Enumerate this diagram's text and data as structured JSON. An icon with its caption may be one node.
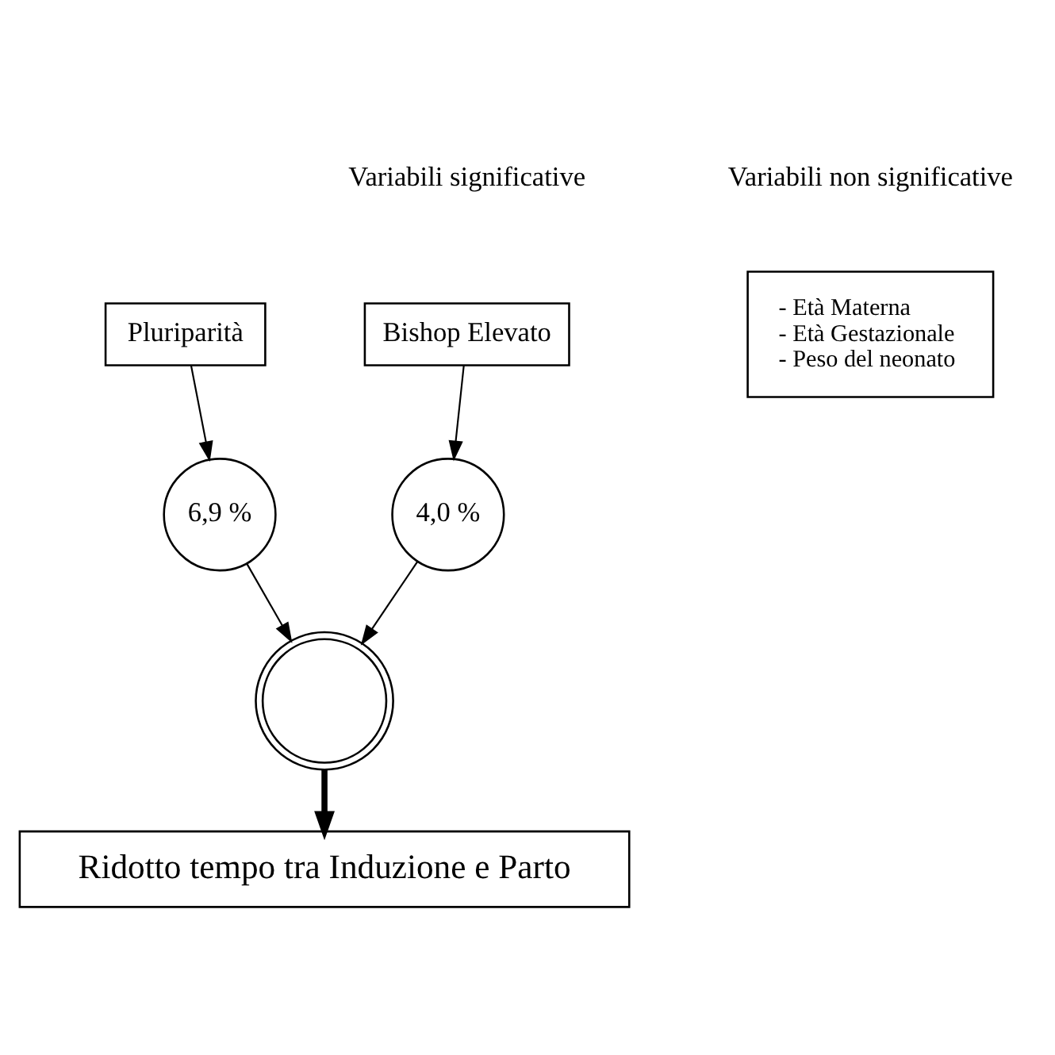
{
  "diagram": {
    "nodes": [
      {
        "text": [
          "Bishop Elevato"
        ]
      },
      {
        "text": [
          "Pluriparità"
        ]
      },
      {
        "text": [
          "4,0 %"
        ]
      },
      {
        "text": [
          "6,9 %"
        ]
      },
      {
        "text": [],
        "shape": "circle"
      },
      {
        "text": [
          "Ridotto tempo tra Induzione e Parto"
        ]
      },
      {
        "text": [
          "- Età Materna",
          "- Età Gestazionale",
          "- Peso del neonato"
        ]
      }
    ],
    "edges": [
      {
        "from": 0,
        "to": 2,
        "arrow": "to"
      },
      {
        "from": 1,
        "to": 3,
        "arrow": "to"
      },
      {
        "from": 2,
        "to": 4,
        "arrow": "to"
      },
      {
        "from": 3,
        "to": 4,
        "arrow": "to"
      },
      {
        "from": 4,
        "to": 5,
        "arrow": "to",
        "style": "thick"
      }
    ],
    "labels": [
      "Variabili significative",
      "Variabili non significative"
    ]
  }
}
